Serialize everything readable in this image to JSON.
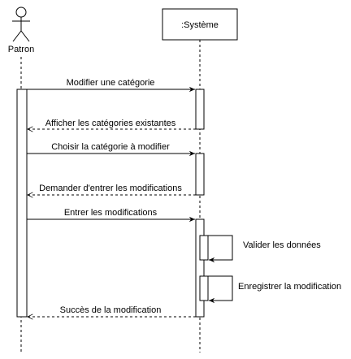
{
  "participants": {
    "actor": {
      "label": "Patron"
    },
    "system": {
      "label": ":Système"
    }
  },
  "messages": [
    {
      "label": "Modifier une catégorie",
      "kind": "sync"
    },
    {
      "label": "Afficher les catégories existantes",
      "kind": "return"
    },
    {
      "label": "Choisir la catégorie à modifier",
      "kind": "sync"
    },
    {
      "label": "Demander d'entrer les modifications",
      "kind": "return"
    },
    {
      "label": "Entrer les modifications",
      "kind": "sync"
    },
    {
      "label": "Valider les données",
      "kind": "self"
    },
    {
      "label": "Enregistrer la modification",
      "kind": "self"
    },
    {
      "label": "Succès de la modification",
      "kind": "return"
    }
  ],
  "colors": {
    "stroke": "#000000",
    "background": "#ffffff"
  }
}
